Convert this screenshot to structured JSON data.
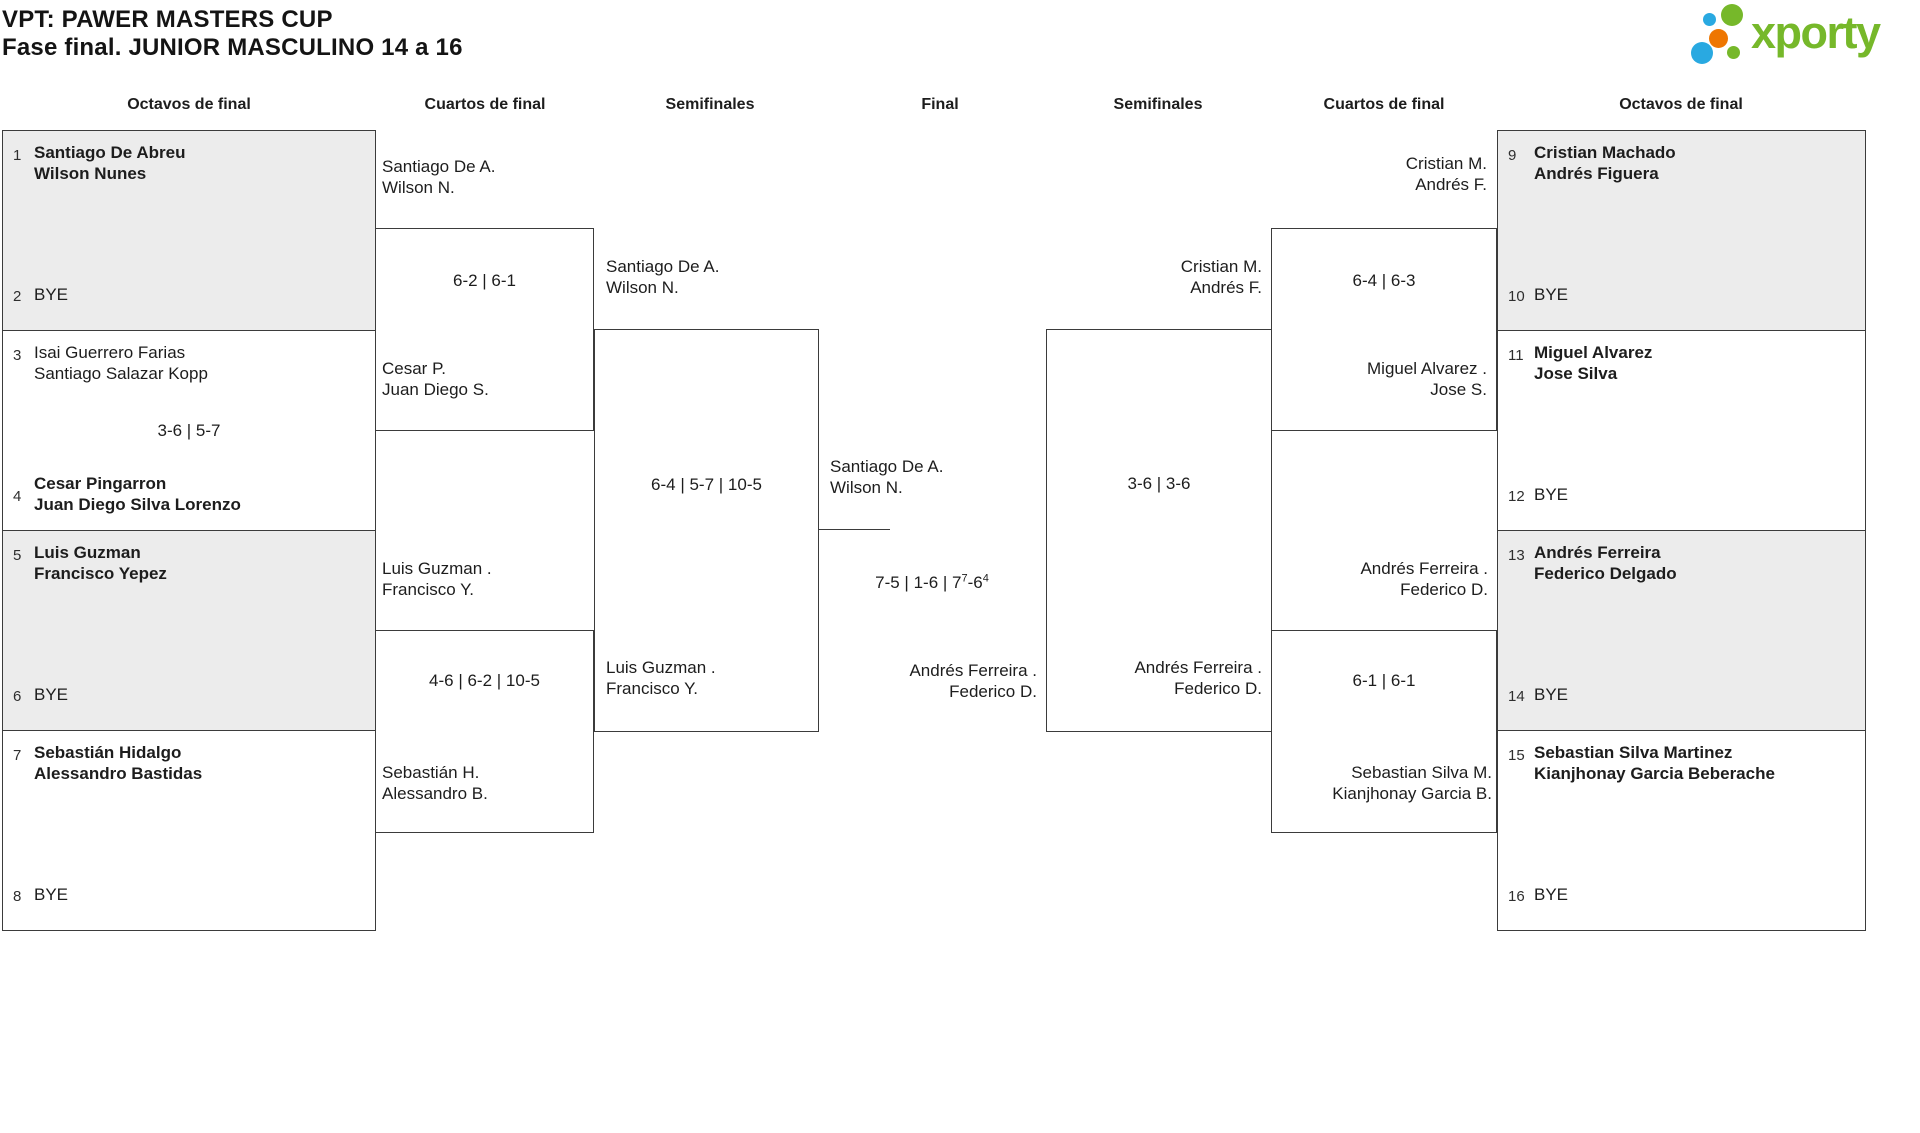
{
  "page": {
    "title_line1": "VPT: PAWER MASTERS CUP",
    "title_line2": "Fase final. JUNIOR MASCULINO 14 a 16"
  },
  "logo": {
    "text": "xporty",
    "green": "#76b82a",
    "blue": "#29a9e1",
    "orange": "#ee7601"
  },
  "round_headers": {
    "octavos_left": "Octavos de final",
    "cuartos_left": "Cuartos de final",
    "semis_left": "Semifinales",
    "final": "Final",
    "semis_right": "Semifinales",
    "cuartos_right": "Cuartos de final",
    "octavos_right": "Octavos de final"
  },
  "octavos_left": [
    {
      "seed_top": "1",
      "team_top": "Santiago De Abreu\nWilson Nunes",
      "team_top_bold": true,
      "seed_bottom": "2",
      "team_bottom": "BYE",
      "team_bottom_bold": false,
      "score": ""
    },
    {
      "seed_top": "3",
      "team_top": "Isai Guerrero Farias\nSantiago Salazar Kopp",
      "team_top_bold": false,
      "seed_bottom": "4",
      "team_bottom": "Cesar Pingarron\nJuan Diego Silva Lorenzo",
      "team_bottom_bold": true,
      "score": "3-6 | 5-7"
    },
    {
      "seed_top": "5",
      "team_top": "Luis Guzman\nFrancisco Yepez",
      "team_top_bold": true,
      "seed_bottom": "6",
      "team_bottom": "BYE",
      "team_bottom_bold": false,
      "score": ""
    },
    {
      "seed_top": "7",
      "team_top": "Sebastián Hidalgo\nAlessandro Bastidas",
      "team_top_bold": true,
      "seed_bottom": "8",
      "team_bottom": "BYE",
      "team_bottom_bold": false,
      "score": ""
    }
  ],
  "cuartos_left": [
    {
      "team_top": "Santiago De A.\nWilson N.",
      "team_top_bold": true,
      "score": "6-2 | 6-1",
      "team_bottom": "Cesar P.\nJuan Diego S.",
      "team_bottom_bold": false
    },
    {
      "team_top": "Luis Guzman .\nFrancisco Y.",
      "team_top_bold": true,
      "score": "4-6 | 6-2 | 10-5",
      "team_bottom": "Sebastián H.\nAlessandro B.",
      "team_bottom_bold": false
    }
  ],
  "semifinal_left": {
    "team_top": "Santiago De A.\nWilson N.",
    "team_top_bold": true,
    "score": "6-4 | 5-7 | 10-5",
    "team_bottom": "Luis Guzman .\nFrancisco Y.",
    "team_bottom_bold": false
  },
  "final": {
    "team_top": "Santiago De A.\nWilson N.",
    "team_top_bold": true,
    "score_part1": "7-5 | 1-6 | 7",
    "score_sup1": "7",
    "score_part2": "-6",
    "score_sup2": "4",
    "team_bottom": "Andrés Ferreira .\nFederico D.",
    "team_bottom_bold": false
  },
  "semifinal_right": {
    "team_top": "Cristian M.\nAndrés F.",
    "team_top_bold": false,
    "score": "3-6 | 3-6",
    "team_bottom": "Andrés Ferreira .\nFederico D.",
    "team_bottom_bold": true
  },
  "cuartos_right": [
    {
      "team_top": "Cristian M.\nAndrés F.",
      "team_top_bold": true,
      "score": "6-4 | 6-3",
      "team_bottom": "Miguel Alvarez .\nJose S.",
      "team_bottom_bold": false
    },
    {
      "team_top": "Andrés Ferreira .\nFederico D.",
      "team_top_bold": true,
      "score": "6-1 | 6-1",
      "team_bottom": "Sebastian Silva M.\nKianjhonay Garcia B.",
      "team_bottom_bold": false
    }
  ],
  "octavos_right": [
    {
      "seed_top": "9",
      "team_top": "Cristian Machado\nAndrés Figuera",
      "team_top_bold": true,
      "seed_bottom": "10",
      "team_bottom": "BYE",
      "team_bottom_bold": false,
      "score": ""
    },
    {
      "seed_top": "11",
      "team_top": "Miguel Alvarez\nJose Silva",
      "team_top_bold": true,
      "seed_bottom": "12",
      "team_bottom": "BYE",
      "team_bottom_bold": false,
      "score": ""
    },
    {
      "seed_top": "13",
      "team_top": "Andrés Ferreira\nFederico Delgado",
      "team_top_bold": true,
      "seed_bottom": "14",
      "team_bottom": "BYE",
      "team_bottom_bold": false,
      "score": ""
    },
    {
      "seed_top": "15",
      "team_top": "Sebastian Silva Martinez\nKianjhonay Garcia Beberache",
      "team_top_bold": true,
      "seed_bottom": "16",
      "team_bottom": "BYE",
      "team_bottom_bold": false,
      "score": ""
    }
  ]
}
